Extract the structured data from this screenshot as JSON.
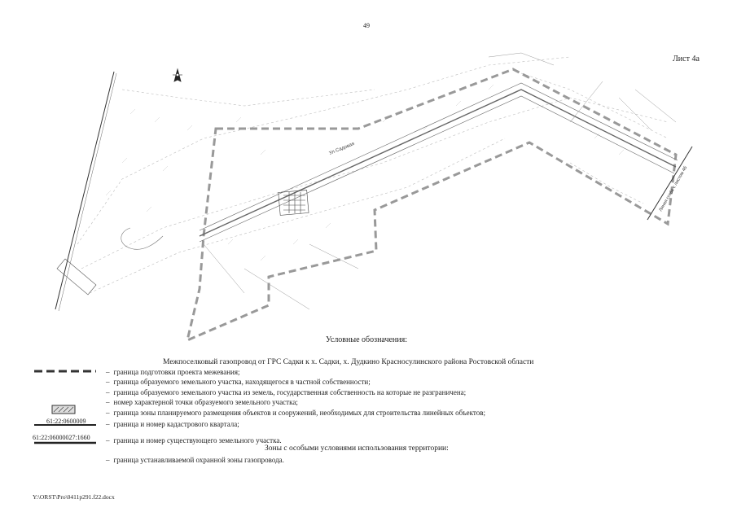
{
  "page_number": "49",
  "sheet_label": "Лист 4а",
  "map": {
    "label_road": "Ул.Садовая",
    "label_line_part1": "Линия сгиба с листом 4б",
    "north_arrow_icon": "compass-rose-icon"
  },
  "legend": {
    "title": "Условные обозначения:",
    "subtitle": "Межпоселковый газопровод от ГРС Садки к х. Садки, х. Дудкино Красносулинского района Ростовской области",
    "dash": "–",
    "items": [
      "граница подготовки проекта межевания;",
      "граница образуемого земельного участка, находящегося в частной собственности;",
      "граница образуемого земельного участка из земель, государственная собственность на которые не разграничена;",
      "номер характерной точки образуемого земельного участка;",
      "граница зоны планируемого размещения объектов и сооружений, необходимых для строительства линейных объектов;",
      "граница и номер кадастрового квартала;",
      "граница и номер существующего земельного участка."
    ],
    "quarter_number": "61:22:0600009",
    "parcel_number": "61:22:06000027:1660",
    "zones_title": "Зоны с особыми условиями использования территории:",
    "zone_item": "граница устанавливаемой охранной зоны газопровода."
  },
  "footer_path": "Y:\\ORST\\Pro\\0411p291.f22.docx"
}
